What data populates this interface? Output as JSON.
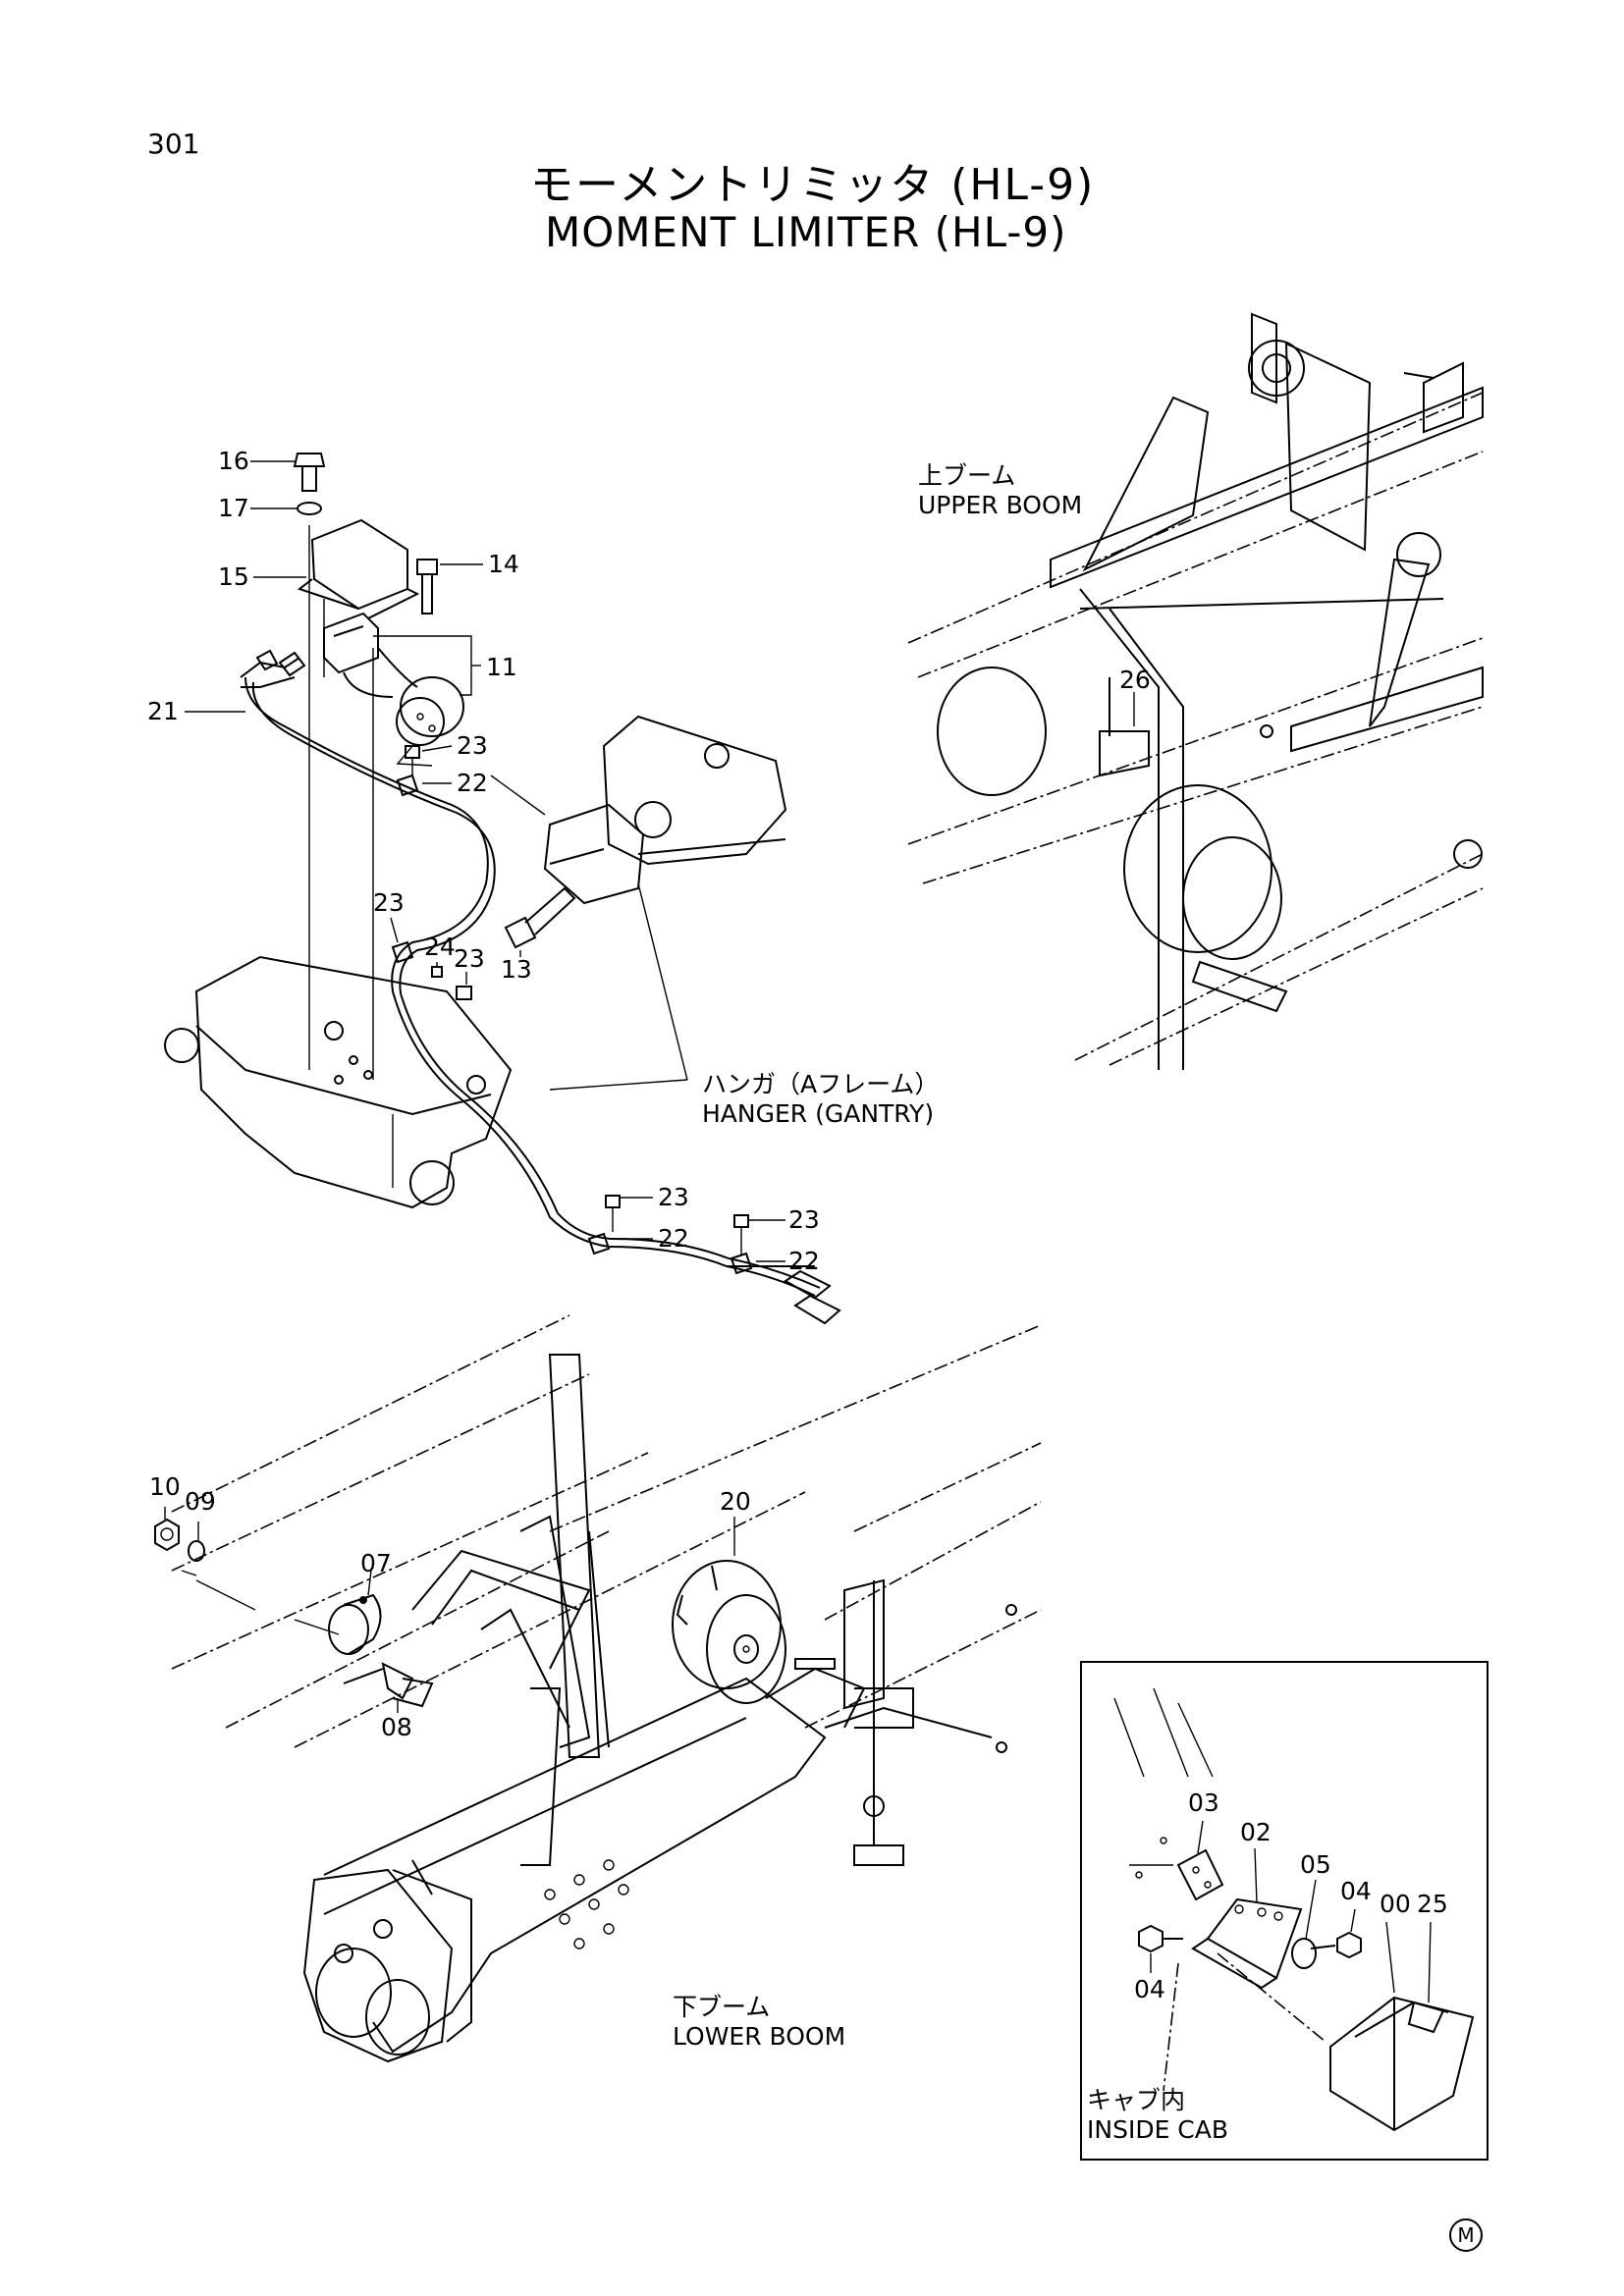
{
  "page": {
    "number": "301",
    "title_jp": "モーメントリミッタ (HL-9)",
    "title_en": "MOMENT LIMITER (HL-9)"
  },
  "labels": {
    "upper_boom_jp": "上ブーム",
    "upper_boom_en": "UPPER BOOM",
    "hanger_jp": "ハンガ（Aフレーム）",
    "hanger_en": "HANGER (GANTRY)",
    "lower_boom_jp": "下ブーム",
    "lower_boom_en": "LOWER BOOM",
    "inside_cab_jp": "キャブ内",
    "inside_cab_en": "INSIDE CAB"
  },
  "callouts": {
    "c16": "16",
    "c17": "17",
    "c15": "15",
    "c14": "14",
    "c11": "11",
    "c21": "21",
    "c23a": "23",
    "c22a": "22",
    "c23b": "23",
    "c24": "24",
    "c23c": "23",
    "c13": "13",
    "c23d": "23",
    "c22b": "22",
    "c23e": "23",
    "c22c": "22",
    "c26": "26",
    "c10": "10",
    "c09": "09",
    "c07": "07",
    "c08": "08",
    "c20": "20",
    "c03": "03",
    "c02": "02",
    "c05": "05",
    "c04a": "04",
    "c00": "00",
    "c25": "25",
    "c04b": "04"
  },
  "marks": {
    "circle_m": "M"
  }
}
